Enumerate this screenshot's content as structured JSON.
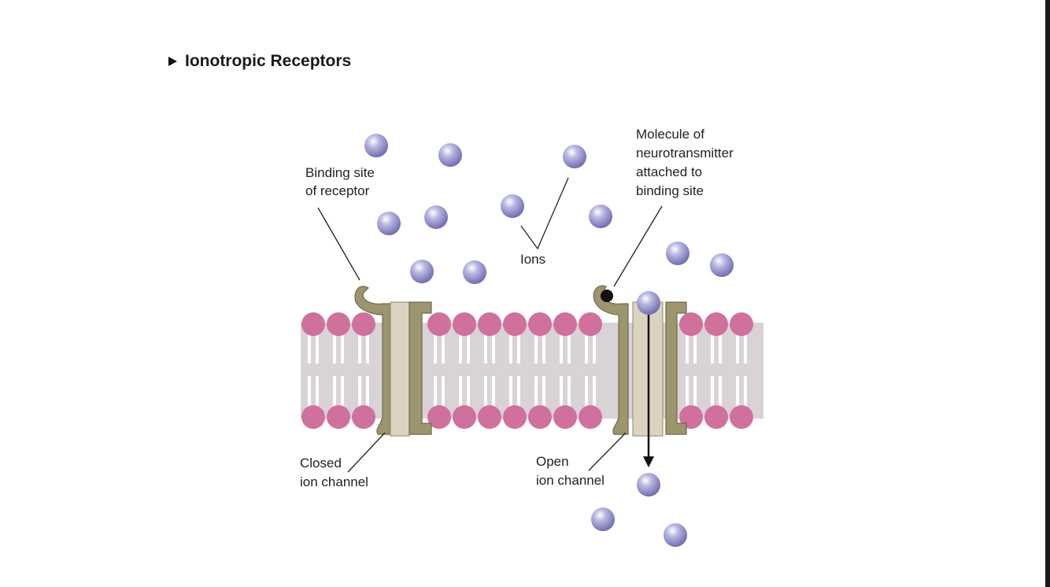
{
  "heading": {
    "text": "Ionotropic Receptors"
  },
  "labels": {
    "binding_site": [
      "Binding site",
      "of receptor"
    ],
    "neurotransmitter": [
      "Molecule of",
      "neurotransmitter",
      "attached to",
      "binding site"
    ],
    "ions": "Ions",
    "closed_channel": [
      "Closed",
      "ion channel"
    ],
    "open_channel": [
      "Open",
      "ion channel"
    ]
  },
  "colors": {
    "lipid_head": "#d0709d",
    "lipid_tail": "#ffffff",
    "membrane_bg": "#d9d2d6",
    "channel_outer": "#9c956d",
    "channel_inner": "#dcd3bf",
    "ion": "#8a88c2",
    "text": "#222222"
  }
}
